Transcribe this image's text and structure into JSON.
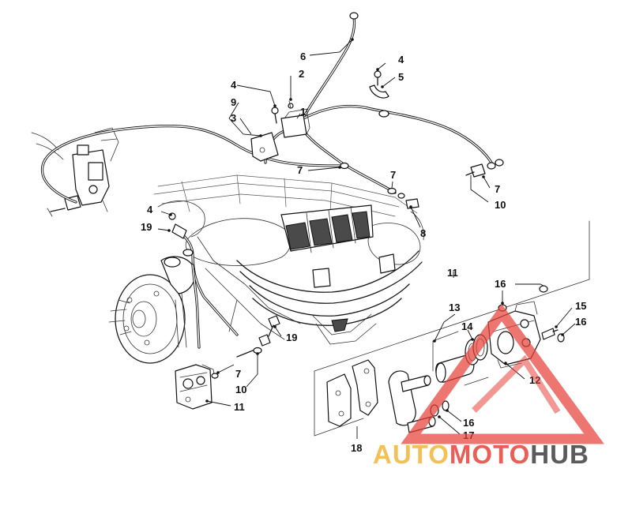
{
  "diagram": {
    "callouts": {
      "c1": "1",
      "c2": "2",
      "c3": "3",
      "c4a": "4",
      "c4b": "4",
      "c4c": "4",
      "c5": "5",
      "c6": "6",
      "c7a": "7",
      "c7b": "7",
      "c7c": "7",
      "c7d": "7",
      "c8": "8",
      "c9": "9",
      "c10a": "10",
      "c10b": "10",
      "c11a": "11",
      "c11b": "11",
      "c12": "12",
      "c13": "13",
      "c14": "14",
      "c15": "15",
      "c16a": "16",
      "c16b": "16",
      "c16c": "16",
      "c17": "17",
      "c18": "18",
      "c19a": "19",
      "c19b": "19"
    }
  },
  "watermark": {
    "part1": "AUTO",
    "part2": "MOTO",
    "part3": "HUB",
    "colors": {
      "auto": "#f2b53a",
      "moto": "#e8413a",
      "hub": "#4a4a4a"
    }
  }
}
